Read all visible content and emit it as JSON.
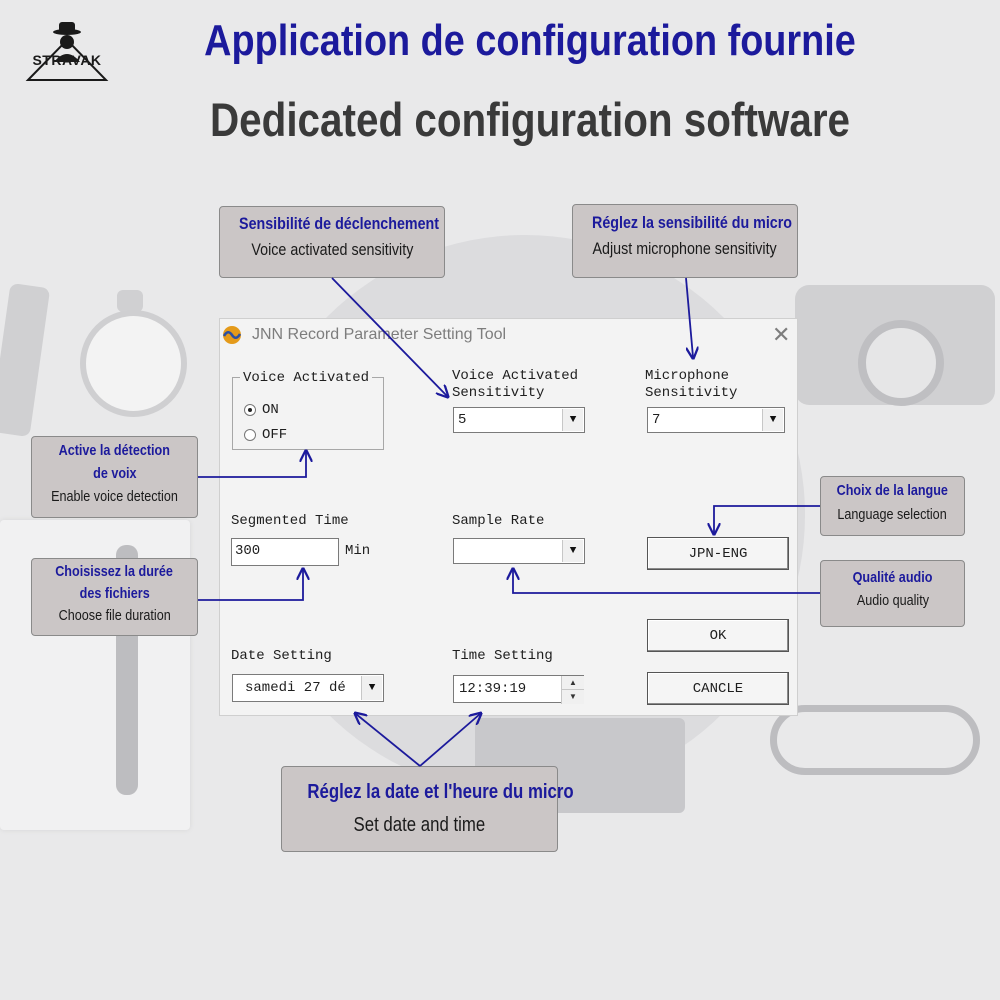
{
  "brand": {
    "logo_text": "STRAVAK"
  },
  "headings": {
    "title_fr": "Application de configuration fournie",
    "title_en": "Dedicated configuration software"
  },
  "dialog": {
    "title": "JNN Record Parameter Setting Tool",
    "voice_activated": {
      "label": "Voice Activated",
      "options": [
        "ON",
        "OFF"
      ],
      "selected": "ON"
    },
    "va_sensitivity": {
      "label": "Voice Activated\nSensitivity",
      "value": "5"
    },
    "mic_sensitivity": {
      "label": "Microphone\nSensitivity",
      "value": "7"
    },
    "segmented_time": {
      "label": "Segmented Time",
      "value": "300",
      "unit": "Min"
    },
    "sample_rate": {
      "label": "Sample Rate",
      "value": ""
    },
    "language_button": "JPN-ENG",
    "ok_button": "OK",
    "cancel_button": "CANCLE",
    "date_setting": {
      "label": "Date Setting",
      "value": "samedi  27  dé"
    },
    "time_setting": {
      "label": "Time Setting",
      "value": "12:39:19"
    }
  },
  "callouts": {
    "trigger": {
      "fr": "Sensibilité de déclenchement",
      "en": "Voice activated sensitivity"
    },
    "mic": {
      "fr": "Réglez la sensibilité du micro",
      "en": "Adjust microphone sensitivity"
    },
    "voice_detect": {
      "fr1": "Active la détection",
      "fr2": "de voix",
      "en": "Enable voice detection"
    },
    "duration": {
      "fr1": "Choisissez la durée",
      "fr2": "des fichiers",
      "en": "Choose file duration"
    },
    "language": {
      "fr": "Choix de la langue",
      "en": "Language selection"
    },
    "audio": {
      "fr": "Qualité audio",
      "en": "Audio quality"
    },
    "datetime": {
      "fr": "Réglez la date et l'heure du micro",
      "en": "Set date and time"
    }
  },
  "colors": {
    "accent": "#1c1a9c",
    "callout_bg": "#cbc6c6",
    "heading_dark": "#3a3a3a"
  }
}
